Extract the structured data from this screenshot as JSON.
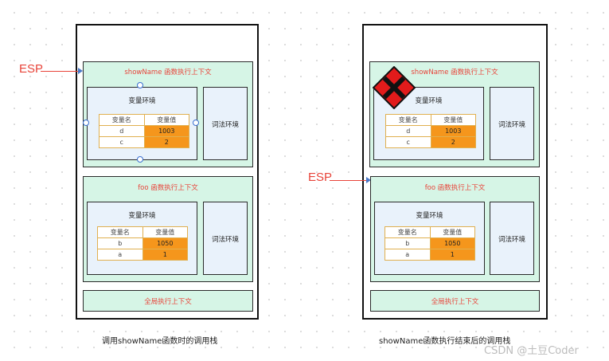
{
  "left": {
    "esp_label": "ESP",
    "top_context": {
      "title": "showName 函数执行上下文",
      "variable_env": {
        "title": "变量环境",
        "headers": [
          "变量名",
          "变量值"
        ],
        "rows": [
          {
            "name": "d",
            "value": "1003"
          },
          {
            "name": "c",
            "value": "2"
          }
        ]
      },
      "lexical_env": {
        "title": "词法环境"
      }
    },
    "middle_context": {
      "title": "foo 函数执行上下文",
      "variable_env": {
        "title": "变量环境",
        "headers": [
          "变量名",
          "变量值"
        ],
        "rows": [
          {
            "name": "b",
            "value": "1050"
          },
          {
            "name": "a",
            "value": "1"
          }
        ]
      },
      "lexical_env": {
        "title": "词法环境"
      }
    },
    "global_context": {
      "title": "全局执行上下文"
    },
    "caption": "调用showName函数时的调用栈"
  },
  "right": {
    "esp_label": "ESP",
    "top_context": {
      "title": "showName 函数执行上下文",
      "variable_env": {
        "title": "变量环境",
        "headers": [
          "变量名",
          "变量值"
        ],
        "rows": [
          {
            "name": "d",
            "value": "1003"
          },
          {
            "name": "c",
            "value": "2"
          }
        ]
      },
      "lexical_env": {
        "title": "词法环境"
      }
    },
    "middle_context": {
      "title": "foo 函数执行上下文",
      "variable_env": {
        "title": "变量环境",
        "headers": [
          "变量名",
          "变量值"
        ],
        "rows": [
          {
            "name": "b",
            "value": "1050"
          },
          {
            "name": "a",
            "value": "1"
          }
        ]
      },
      "lexical_env": {
        "title": "词法环境"
      }
    },
    "global_context": {
      "title": "全局执行上下文"
    },
    "caption": "showName函数执行结束后的调用栈",
    "removed_marker_icon": "red-x-diamond-icon"
  },
  "watermark": "CSDN @土豆Coder",
  "colors": {
    "context_bg": "#d6f5e6",
    "env_bg": "#e9f2fb",
    "value_cell": "#f5961c",
    "accent_red": "#e8443a"
  }
}
